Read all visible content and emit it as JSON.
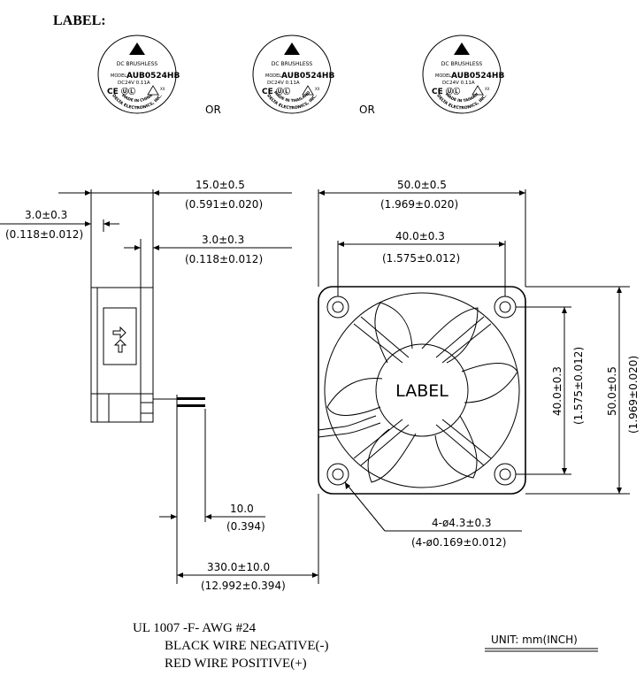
{
  "header": {
    "label_heading": "LABEL:"
  },
  "label_variants": [
    {
      "line1": "DC BRUSHLESS",
      "model_prefix": "MODEL",
      "model": "AUB0524HB",
      "rating": "DC24V  0.11A",
      "maker": "DELTA ELECTRONICS, INC.",
      "origin": "MADE IN CHINA"
    },
    {
      "line1": "DC BRUSHLESS",
      "model_prefix": "MODEL",
      "model": "AUB0524HB",
      "rating": "DC24V  0.11A",
      "maker": "DELTA ELECTRONICS, INC.",
      "origin": "MADE IN THAILAND"
    },
    {
      "line1": "DC BRUSHLESS",
      "model_prefix": "MODEL",
      "model": "AUB0524HB",
      "rating": "DC24V  0.11A",
      "maker": "DELTA ELECTRONICS, INC.",
      "origin": "MADE IN TAIWAN"
    }
  ],
  "separators": {
    "or_1": "OR",
    "or_2": "OR"
  },
  "dimensions": {
    "depth": {
      "mm": "15.0±0.5",
      "inch": "(0.591±0.020)"
    },
    "flange_left": {
      "mm": "3.0±0.3",
      "inch": "(0.118±0.012)"
    },
    "flange_right": {
      "mm": "3.0±0.3",
      "inch": "(0.118±0.012)"
    },
    "width": {
      "mm": "50.0±0.5",
      "inch": "(1.969±0.020)"
    },
    "hole_spacing_h": {
      "mm": "40.0±0.3",
      "inch": "(1.575±0.012)"
    },
    "hole_spacing_v": {
      "mm": "40.0±0.3",
      "inch": "(1.575±0.012)"
    },
    "height": {
      "mm": "50.0±0.5",
      "inch": "(1.969±0.020)"
    },
    "wire_strip": {
      "mm": "10.0",
      "inch": "(0.394)"
    },
    "wire_length": {
      "mm": "330.0±10.0",
      "inch": "(12.992±0.394)"
    },
    "holes": {
      "mm": "4-ø4.3±0.3",
      "inch": "(4-ø0.169±0.012)"
    }
  },
  "hub_label": "LABEL",
  "notes": {
    "wire_spec": "UL 1007 -F- AWG #24",
    "black_wire": "BLACK WIRE NEGATIVE(-)",
    "red_wire": "RED WIRE POSITIVE(+)"
  },
  "unit": "UNIT:  mm(INCH)"
}
